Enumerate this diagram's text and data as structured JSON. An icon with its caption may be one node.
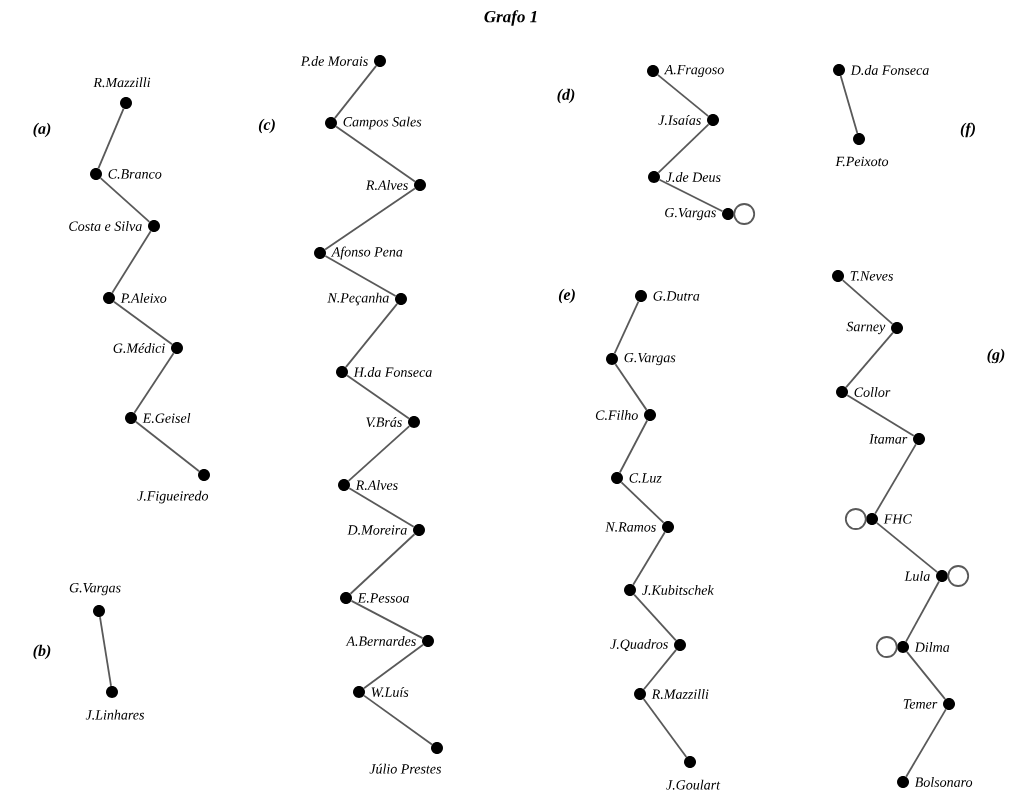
{
  "diagram": {
    "title": "Grafo 1",
    "nodes": [
      {
        "text": [],
        "shape": "circle",
        "beside": [
          "R.Mazzilli"
        ]
      },
      {
        "text": [],
        "shape": "circle",
        "beside": [
          "C.Branco"
        ]
      },
      {
        "text": [],
        "shape": "circle",
        "beside": [
          "Costa e Silva"
        ]
      },
      {
        "text": [],
        "shape": "circle",
        "beside": [
          "P.Aleixo"
        ]
      },
      {
        "text": [],
        "shape": "circle",
        "beside": [
          "G.Médici"
        ]
      },
      {
        "text": [],
        "shape": "circle",
        "beside": [
          "E.Geisel"
        ]
      },
      {
        "text": [],
        "shape": "circle",
        "beside": [
          "J.Figueiredo"
        ]
      },
      {
        "text": [],
        "shape": "circle",
        "beside": [
          "G.Vargas"
        ]
      },
      {
        "text": [],
        "shape": "circle",
        "beside": [
          "J.Linhares"
        ]
      },
      {
        "text": [],
        "shape": "circle",
        "beside": [
          "P.de Morais"
        ]
      },
      {
        "text": [],
        "shape": "circle",
        "beside": [
          "Campos Sales"
        ]
      },
      {
        "text": [],
        "shape": "circle",
        "beside": [
          "R.Alves"
        ]
      },
      {
        "text": [],
        "shape": "circle",
        "beside": [
          "Afonso Pena"
        ]
      },
      {
        "text": [],
        "shape": "circle",
        "beside": [
          "N.Peçanha"
        ]
      },
      {
        "text": [],
        "shape": "circle",
        "beside": [
          "H.da Fonseca"
        ]
      },
      {
        "text": [],
        "shape": "circle",
        "beside": [
          "V.Brás"
        ]
      },
      {
        "text": [],
        "shape": "circle",
        "beside": [
          "R.Alves"
        ]
      },
      {
        "text": [],
        "shape": "circle",
        "beside": [
          "D.Moreira"
        ]
      },
      {
        "text": [],
        "shape": "circle",
        "beside": [
          "E.Pessoa"
        ]
      },
      {
        "text": [],
        "shape": "circle",
        "beside": [
          "A.Bernardes"
        ]
      },
      {
        "text": [],
        "shape": "circle",
        "beside": [
          "W.Luís"
        ]
      },
      {
        "text": [],
        "shape": "circle",
        "beside": [
          "Júlio Prestes"
        ]
      },
      {
        "text": [],
        "shape": "circle",
        "beside": [
          "A.Fragoso"
        ]
      },
      {
        "text": [],
        "shape": "circle",
        "beside": [
          "J.Isaías"
        ]
      },
      {
        "text": [],
        "shape": "circle",
        "beside": [
          "J.de Deus"
        ]
      },
      {
        "text": [],
        "shape": "circle",
        "beside": [
          "G.Vargas"
        ]
      },
      {
        "text": [],
        "shape": "circle",
        "beside": [
          "D.da Fonseca"
        ]
      },
      {
        "text": [],
        "shape": "circle",
        "beside": [
          "F.Peixoto"
        ]
      },
      {
        "text": [],
        "shape": "circle",
        "beside": [
          "G.Dutra"
        ]
      },
      {
        "text": [],
        "shape": "circle",
        "beside": [
          "G.Vargas"
        ]
      },
      {
        "text": [],
        "shape": "circle",
        "beside": [
          "C.Filho"
        ]
      },
      {
        "text": [],
        "shape": "circle",
        "beside": [
          "C.Luz"
        ]
      },
      {
        "text": [],
        "shape": "circle",
        "beside": [
          "N.Ramos"
        ]
      },
      {
        "text": [],
        "shape": "circle",
        "beside": [
          "J.Kubitschek"
        ]
      },
      {
        "text": [],
        "shape": "circle",
        "beside": [
          "J.Quadros"
        ]
      },
      {
        "text": [],
        "shape": "circle",
        "beside": [
          "R.Mazzilli"
        ]
      },
      {
        "text": [],
        "shape": "circle",
        "beside": [
          "J.Goulart"
        ]
      },
      {
        "text": [],
        "shape": "circle",
        "beside": [
          "T.Neves"
        ]
      },
      {
        "text": [],
        "shape": "circle",
        "beside": [
          "Sarney"
        ]
      },
      {
        "text": [],
        "shape": "circle",
        "beside": [
          "Collor"
        ]
      },
      {
        "text": [],
        "shape": "circle",
        "beside": [
          "Itamar"
        ]
      },
      {
        "text": [],
        "shape": "circle",
        "beside": [
          "FHC"
        ]
      },
      {
        "text": [],
        "shape": "circle",
        "beside": [
          "Lula"
        ]
      },
      {
        "text": [],
        "shape": "circle",
        "beside": [
          "Dilma"
        ]
      },
      {
        "text": [],
        "shape": "circle",
        "beside": [
          "Temer"
        ]
      },
      {
        "text": [],
        "shape": "circle",
        "beside": [
          "Bolsonaro"
        ]
      }
    ],
    "edges": [
      {
        "from": 0,
        "to": 1,
        "arrow": "none"
      },
      {
        "from": 1,
        "to": 2,
        "arrow": "none"
      },
      {
        "from": 2,
        "to": 3,
        "arrow": "none"
      },
      {
        "from": 3,
        "to": 4,
        "arrow": "none"
      },
      {
        "from": 4,
        "to": 5,
        "arrow": "none"
      },
      {
        "from": 5,
        "to": 6,
        "arrow": "none"
      },
      {
        "from": 7,
        "to": 8,
        "arrow": "none"
      },
      {
        "from": 9,
        "to": 10,
        "arrow": "none"
      },
      {
        "from": 10,
        "to": 11,
        "arrow": "none"
      },
      {
        "from": 11,
        "to": 12,
        "arrow": "none"
      },
      {
        "from": 12,
        "to": 13,
        "arrow": "none"
      },
      {
        "from": 13,
        "to": 14,
        "arrow": "none"
      },
      {
        "from": 14,
        "to": 15,
        "arrow": "none"
      },
      {
        "from": 15,
        "to": 16,
        "arrow": "none"
      },
      {
        "from": 16,
        "to": 17,
        "arrow": "none"
      },
      {
        "from": 17,
        "to": 18,
        "arrow": "none"
      },
      {
        "from": 18,
        "to": 19,
        "arrow": "none"
      },
      {
        "from": 19,
        "to": 20,
        "arrow": "none"
      },
      {
        "from": 20,
        "to": 21,
        "arrow": "none"
      },
      {
        "from": 22,
        "to": 23,
        "arrow": "none"
      },
      {
        "from": 23,
        "to": 24,
        "arrow": "none"
      },
      {
        "from": 24,
        "to": 25,
        "arrow": "none"
      },
      {
        "from": 25,
        "to": 25,
        "arrow": "none"
      },
      {
        "from": 26,
        "to": 27,
        "arrow": "none"
      },
      {
        "from": 28,
        "to": 29,
        "arrow": "none"
      },
      {
        "from": 29,
        "to": 30,
        "arrow": "none"
      },
      {
        "from": 30,
        "to": 31,
        "arrow": "none"
      },
      {
        "from": 31,
        "to": 32,
        "arrow": "none"
      },
      {
        "from": 32,
        "to": 33,
        "arrow": "none"
      },
      {
        "from": 33,
        "to": 34,
        "arrow": "none"
      },
      {
        "from": 34,
        "to": 35,
        "arrow": "none"
      },
      {
        "from": 35,
        "to": 36,
        "arrow": "none"
      },
      {
        "from": 37,
        "to": 38,
        "arrow": "none"
      },
      {
        "from": 38,
        "to": 39,
        "arrow": "none"
      },
      {
        "from": 39,
        "to": 40,
        "arrow": "none"
      },
      {
        "from": 40,
        "to": 41,
        "arrow": "none"
      },
      {
        "from": 41,
        "to": 41,
        "arrow": "none"
      },
      {
        "from": 41,
        "to": 42,
        "arrow": "none"
      },
      {
        "from": 42,
        "to": 42,
        "arrow": "none"
      },
      {
        "from": 42,
        "to": 43,
        "arrow": "none"
      },
      {
        "from": 43,
        "to": 43,
        "arrow": "none"
      },
      {
        "from": 43,
        "to": 44,
        "arrow": "none"
      },
      {
        "from": 44,
        "to": 45,
        "arrow": "none"
      }
    ],
    "labels": [
      "(a)",
      "(b)",
      "(c)",
      "(d)",
      "(e)",
      "(f)",
      "(g)"
    ]
  }
}
